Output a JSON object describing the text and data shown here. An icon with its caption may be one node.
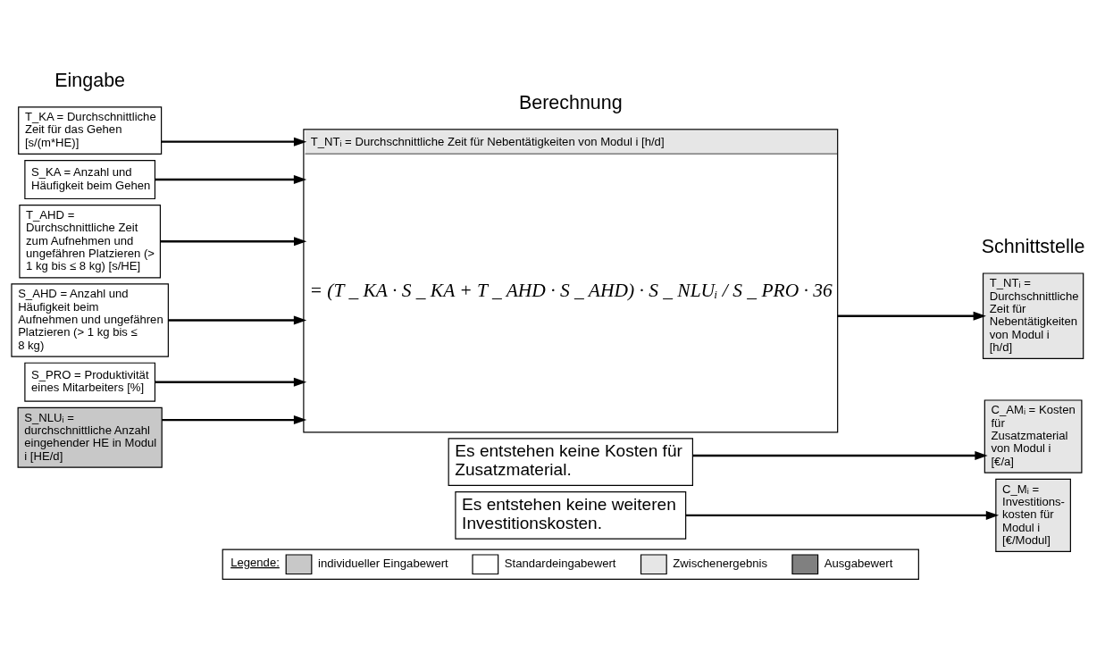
{
  "diagram": {
    "nodes": [
      {
        "text": [
          "T_KA = Durchschnittliche Zeit für das Gehen [s/(m*HE)]"
        ]
      },
      {
        "text": [
          "S_KA = Anzahl und Häufigkeit beim Gehen"
        ]
      },
      {
        "text": [
          "T_AHD = Durchschnittliche Zeit zum Aufnehmen und ungefähren Platzieren (> 1 kg bis ≤ 8 kg) [s/HE]"
        ]
      },
      {
        "text": [
          "S_AHD = Anzahl und Häufigkeit beim Aufnehmen und ungefähren Platzieren (> 1 kg bis ≤ 8 kg)"
        ]
      },
      {
        "text": [
          "S_PRO = Produktivität eines Mitarbeiters [%]"
        ]
      },
      {
        "text": [
          "S_NLUᵢ = durchschnittliche Anzahl eingehender HE in Modul i [HE/d]"
        ]
      },
      {
        "text": [
          "T_NTᵢ = Durchschnittliche Zeit für Nebentätigkeiten von Modul i [h/d]",
          "= (T _ KA · S _ KA + T _ AHD · S _ AHD) · S _ NLUᵢ / S _ PRO · 36"
        ]
      },
      {
        "text": [
          "T_NTᵢ = Durchschnittliche Zeit für Nebentätigkeiten von Modul i [h/d]"
        ]
      },
      {
        "text": [
          "Es entstehen keine Kosten für Zusatzmaterial."
        ]
      },
      {
        "text": [
          "C_AMᵢ = Kosten für Zusatzmaterial von Modul i [€/a]"
        ]
      },
      {
        "text": [
          "Es entstehen keine weiteren Investitionskosten."
        ]
      },
      {
        "text": [
          "C_Mᵢ = Investitions- kosten für Modul i [€/Modul]"
        ]
      }
    ],
    "edges": [
      {
        "from": 0,
        "to": 6,
        "arrow": "to"
      },
      {
        "from": 1,
        "to": 6,
        "arrow": "to"
      },
      {
        "from": 2,
        "to": 6,
        "arrow": "to"
      },
      {
        "from": 3,
        "to": 6,
        "arrow": "to"
      },
      {
        "from": 4,
        "to": 6,
        "arrow": "to"
      },
      {
        "from": 5,
        "to": 6,
        "arrow": "to"
      },
      {
        "from": 6,
        "to": 7,
        "arrow": "to"
      },
      {
        "from": 8,
        "to": 9,
        "arrow": "to"
      },
      {
        "from": 10,
        "to": 11,
        "arrow": "to"
      }
    ],
    "labels": [
      "Eingabe",
      "Berechnung",
      "Schnittstelle",
      "Legende:"
    ],
    "legend": [
      {
        "text": "individueller Eingabewert",
        "color": "#c8c8c8"
      },
      {
        "text": "Standardeingabewert",
        "color": "#ffffff"
      },
      {
        "text": "Zwischenergebnis",
        "color": "#e6e6e6"
      },
      {
        "text": "Ausgabewert",
        "color": "#808080"
      }
    ]
  }
}
